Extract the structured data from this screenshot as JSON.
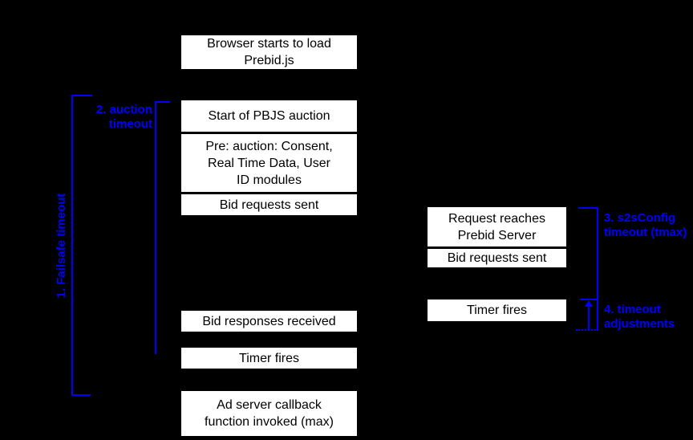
{
  "colors": {
    "background": "#000000",
    "box_background": "#ffffff",
    "box_text": "#000000",
    "accent_blue": "#0000ff"
  },
  "page_timeline": {
    "browser_load_lines": [
      "Browser starts to load",
      "Prebid.js"
    ],
    "start_auction": "Start of PBJS auction",
    "pre_auction_lines": [
      "Pre: auction: Consent,",
      "Real Time Data, User",
      "ID modules"
    ],
    "bid_requests_sent": "Bid requests sent",
    "bid_responses_received": "Bid responses received",
    "timer_fires": "Timer fires",
    "ad_server_callback_lines": [
      "Ad server callback",
      "function invoked (max)"
    ]
  },
  "server_timeline": {
    "request_reaches_lines": [
      "Request reaches",
      "Prebid Server"
    ],
    "bid_requests_sent": "Bid requests sent",
    "timer_fires": "Timer fires"
  },
  "annotations": {
    "failsafe_timeout": "1. Failsafe timeout",
    "auction_timeout_lines": [
      "2. auction",
      "timeout"
    ],
    "s2sconfig_timeout_lines": [
      "3. s2sConfig",
      "timeout (tmax)"
    ],
    "timeout_adjustments_lines": [
      "4. timeout",
      "adjustments"
    ]
  }
}
